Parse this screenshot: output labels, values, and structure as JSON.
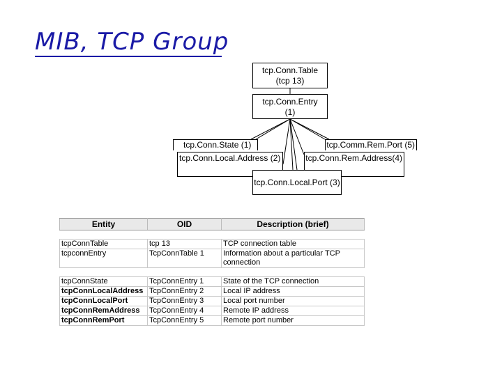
{
  "title": "MIB, TCP Group",
  "nodes": {
    "table": {
      "line1": "tcp.Conn.Table",
      "line2": "(tcp 13)"
    },
    "entry": {
      "line1": "tcp.Conn.Entry",
      "line2": "(1)"
    },
    "state": "tcp.Conn.State (1)",
    "local_address": "tcp.Conn.Local.Address (2)",
    "rem_port": "tcp.Comm.Rem.Port (5)",
    "rem_address": "tcp.Conn.Rem.Address(4)",
    "local_port": "tcp.Conn.Local.Port (3)"
  },
  "table": {
    "headers": [
      "Entity",
      "OID",
      "Description (brief)"
    ],
    "rows": [
      {
        "entity": "tcpConnTable",
        "oid": "tcp 13",
        "desc": "TCP connection table",
        "bold": false
      },
      {
        "entity": "tcpconnEntry",
        "oid": "TcpConnTable 1",
        "desc": "Information about a particular TCP connection",
        "bold": false
      },
      {
        "entity": "tcpConnState",
        "oid": "TcpConnEntry 1",
        "desc": "State of the TCP connection",
        "bold": false
      },
      {
        "entity": "tcpConnLocalAddress",
        "oid": "TcpConnEntry 2",
        "desc": "Local IP address",
        "bold": true
      },
      {
        "entity": "tcpConnLocalPort",
        "oid": "TcpConnEntry 3",
        "desc": "Local port number",
        "bold": true
      },
      {
        "entity": "tcpConnRemAddress",
        "oid": "TcpConnEntry 4",
        "desc": "Remote IP address",
        "bold": true
      },
      {
        "entity": "tcpConnRemPort",
        "oid": "TcpConnEntry 5",
        "desc": "Remote port number",
        "bold": true
      }
    ]
  },
  "colors": {
    "title": "#1a1aa6",
    "header_bg": "#e9e9e9"
  }
}
